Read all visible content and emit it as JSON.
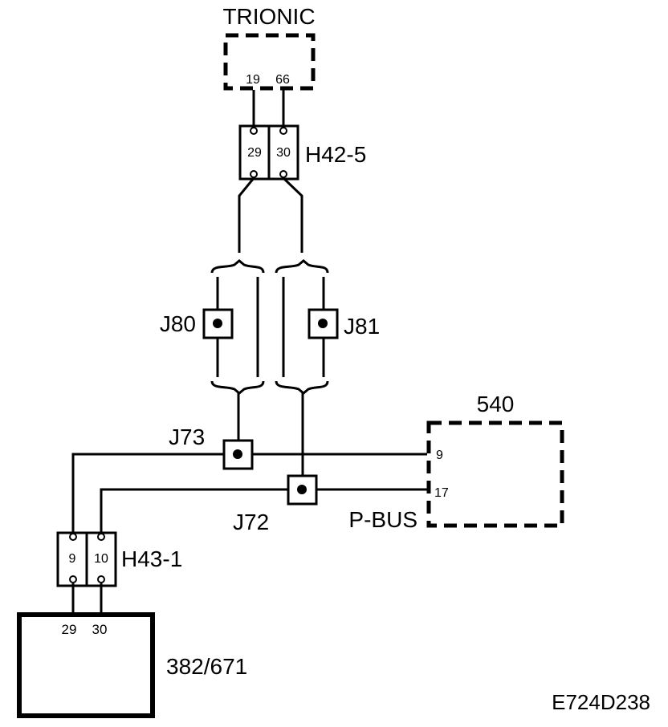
{
  "components": {
    "trionic": {
      "name": "TRIONIC",
      "pins": [
        "19",
        "66"
      ]
    },
    "h42_5": {
      "name": "H42-5",
      "pins": [
        "29",
        "30"
      ]
    },
    "j80": {
      "name": "J80"
    },
    "j81": {
      "name": "J81"
    },
    "j73": {
      "name": "J73"
    },
    "j72": {
      "name": "J72"
    },
    "module540": {
      "name": "540",
      "pins": [
        "9",
        "17"
      ],
      "bus_label": "P-BUS"
    },
    "h43_1": {
      "name": "H43-1",
      "pins": [
        "9",
        "10"
      ]
    },
    "module382": {
      "name": "382/671",
      "pins": [
        "29",
        "30"
      ]
    }
  },
  "figure_id": "E724D238"
}
